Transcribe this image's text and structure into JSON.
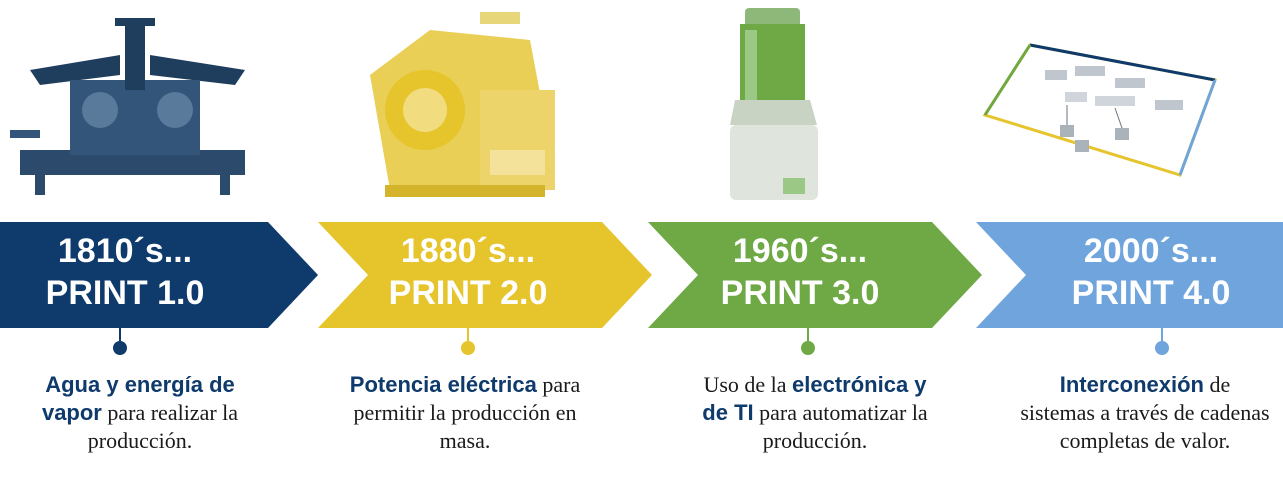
{
  "eras": [
    {
      "year": "1810´s...",
      "title": "PRINT 1.0",
      "color": "#0e3a6c",
      "image": "steam-printing-press-icon",
      "desc": {
        "b1": "Agua y energía de vapor",
        "t1": " para realizar la producción."
      }
    },
    {
      "year": "1880´s...",
      "title": "PRINT 2.0",
      "color": "#e6c42c",
      "image": "electric-press-icon",
      "desc": {
        "b1": "Potencia eléctrica",
        "t1": " para permitir la producción en masa."
      }
    },
    {
      "year": "1960´s...",
      "title": "PRINT 3.0",
      "color": "#6ea945",
      "image": "electronic-machine-icon",
      "desc": {
        "t0": "Uso de la ",
        "b1": "electrónica y de TI",
        "t1": " para automatizar la producción."
      }
    },
    {
      "year": "2000´s...",
      "title": "PRINT 4.0",
      "color": "#6fa4dc",
      "image": "networked-systems-icon",
      "desc": {
        "b1": "Interconexión",
        "t1": " de sistemas a través de cadenas completas de valor."
      }
    }
  ]
}
